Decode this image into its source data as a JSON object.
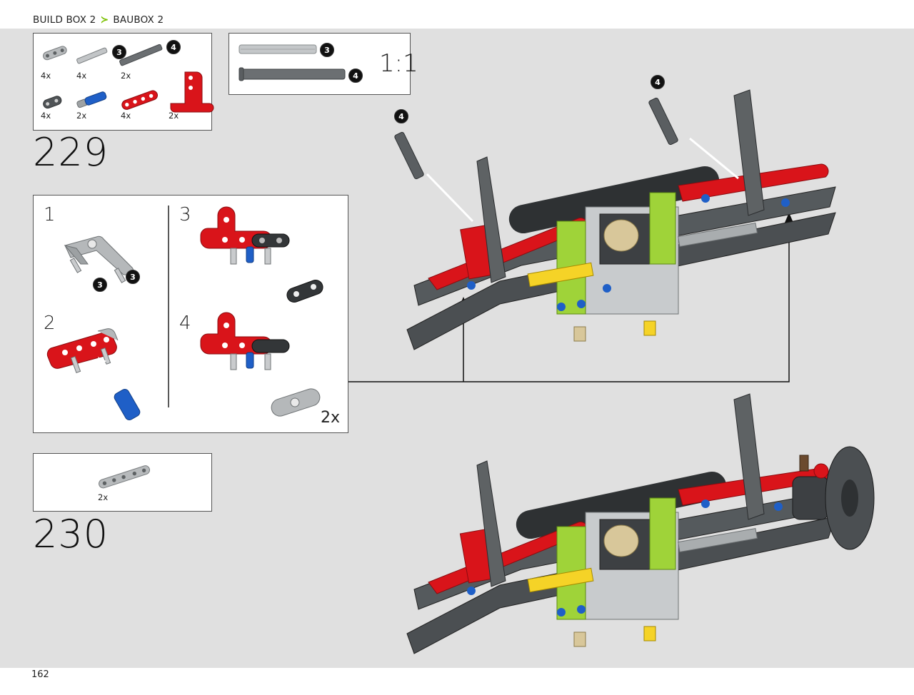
{
  "header": {
    "crumb_en": "BUILD BOX 2",
    "crumb_de": "BAUBOX 2",
    "separator": "≻"
  },
  "footer": {
    "page_number": "162"
  },
  "step229": {
    "number": "229",
    "parts": [
      {
        "qty": "4x",
        "name": "grey-beam-3"
      },
      {
        "qty": "4x",
        "name": "grey-axle-3"
      },
      {
        "qty": "2x",
        "name": "dark-axle-4",
        "size": "4"
      },
      {
        "qty": "4x",
        "name": "dark-grey-beam-2"
      },
      {
        "qty": "2x",
        "name": "blue-pin"
      },
      {
        "qty": "4x",
        "name": "red-beam-5"
      },
      {
        "qty": "2x",
        "name": "red-angle-beam"
      }
    ],
    "part_badges": [
      "3",
      "4"
    ],
    "scale": {
      "label": "1:1",
      "items": [
        {
          "size": "3"
        },
        {
          "size": "4"
        }
      ]
    },
    "substeps": [
      {
        "num": "1",
        "badges": [
          "3",
          "3"
        ]
      },
      {
        "num": "2"
      },
      {
        "num": "3"
      },
      {
        "num": "4",
        "multiplier": "2x"
      }
    ],
    "callout_badges": [
      "4",
      "4"
    ]
  },
  "step230": {
    "number": "230",
    "parts": [
      {
        "qty": "2x",
        "name": "grey-beam-5"
      }
    ]
  },
  "colors": {
    "background": "#e0e0e0",
    "red": "#d9141a",
    "lime": "#9fd339",
    "blue": "#1f5fc7",
    "dark_grey": "#4b4f52",
    "light_grey": "#a9adaf",
    "tan": "#d8c79a",
    "yellow": "#f5d327",
    "accent": "#7bc000"
  }
}
